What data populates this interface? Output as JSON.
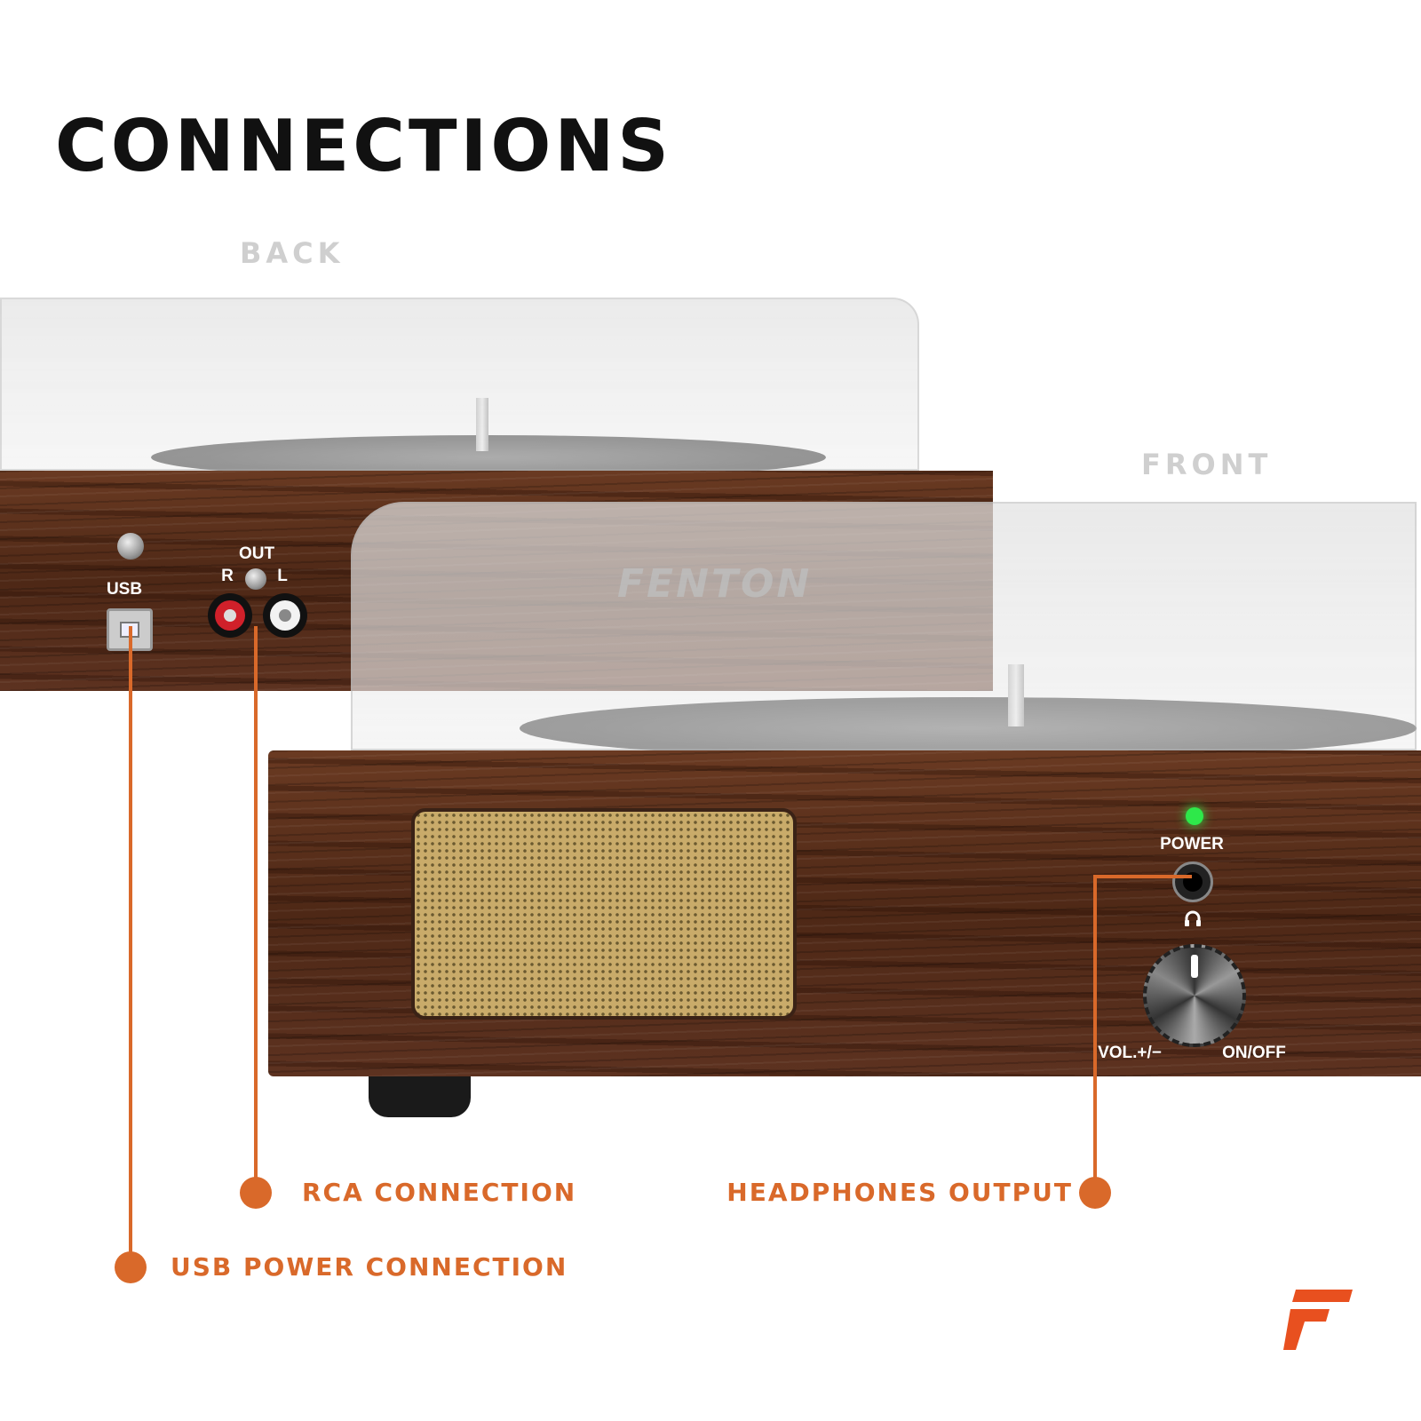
{
  "title": "CONNECTIONS",
  "views": {
    "back": "BACK",
    "front": "FRONT"
  },
  "back_panel": {
    "usb": "USB",
    "out": "OUT",
    "right": "R",
    "left": "L"
  },
  "front_panel": {
    "power": "POWER",
    "volume": "VOL.+/−",
    "on_off": "ON/OFF",
    "brand_watermark": "FENTON"
  },
  "callouts": {
    "rca": "RCA CONNECTION",
    "headphones": "HEADPHONES OUTPUT",
    "usb": "USB POWER CONNECTION"
  },
  "colors": {
    "accent": "#d9692a",
    "led": "#2ee84a",
    "rca_right": "#d0202a",
    "rca_left": "#f2f2f2"
  },
  "icons": {
    "headphones": "headphones-icon",
    "logo": "fenton-f-logo"
  }
}
